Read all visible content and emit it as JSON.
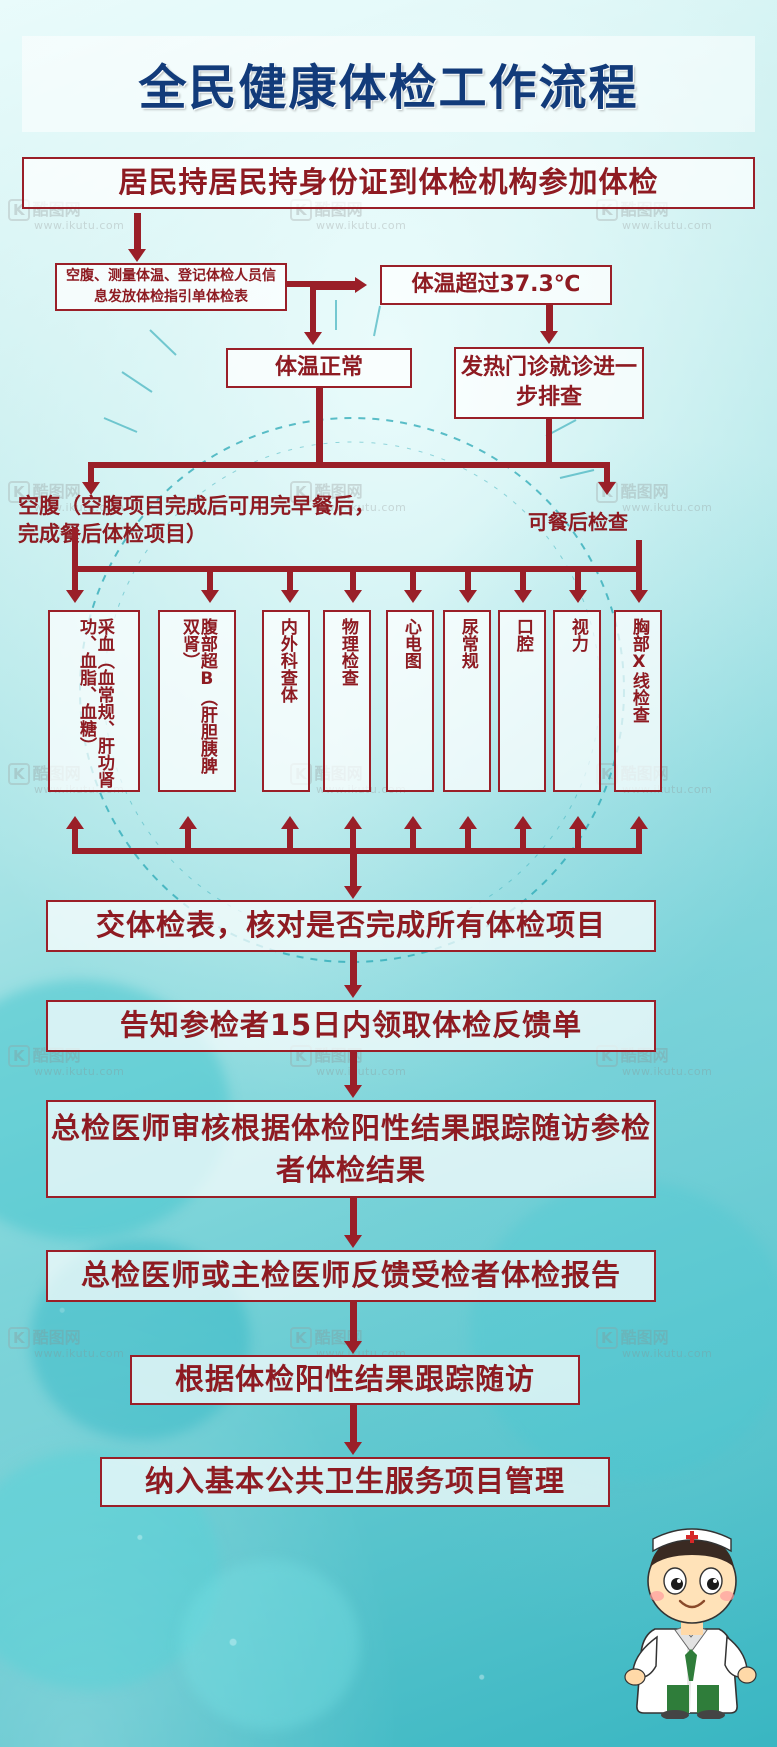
{
  "poster": {
    "title": "全民健康体检工作流程",
    "title_color": "#123b7a",
    "box_color": "#8e1b22"
  },
  "nodes": {
    "n1": "居民持居民持身份证到体检机构参加体检",
    "n2": "空腹、测量体温、登记体检人员信息发放体检指引单体检表",
    "n3": "体温超过37.3℃",
    "n4": "体温正常",
    "n5": "发热门诊就诊进一步排查",
    "n6": "空腹（空腹项目完成后可用完早餐后，完成餐后体检项目）",
    "n7": "可餐后检查",
    "n8": "交体检表，核对是否完成所有体检项目",
    "n9": "告知参检者15日内领取体检反馈单",
    "n10": "总检医师审核根据体检阳性结果跟踪随访参检者体检结果",
    "n11": "总检医师或主检医师反馈受检者体检报告",
    "n12": "根据体检阳性结果跟踪随访",
    "n13": "纳入基本公共卫生服务项目管理"
  },
  "items": [
    {
      "id": "item-1",
      "label": "采血（血常规、肝功肾功、血脂、血糖）"
    },
    {
      "id": "item-2",
      "label": "腹部超B（肝胆胰脾双肾）"
    },
    {
      "id": "item-3",
      "label": "内外科查体"
    },
    {
      "id": "item-4",
      "label": "物理检查"
    },
    {
      "id": "item-5",
      "label": "心电图"
    },
    {
      "id": "item-6",
      "label": "尿常规"
    },
    {
      "id": "item-7",
      "label": "口腔"
    },
    {
      "id": "item-8",
      "label": "视力"
    },
    {
      "id": "item-9",
      "label": "胸部X线检查"
    }
  ],
  "watermark": {
    "brand": "酷图网",
    "url": "www.ikutu.com",
    "mark": "K"
  }
}
